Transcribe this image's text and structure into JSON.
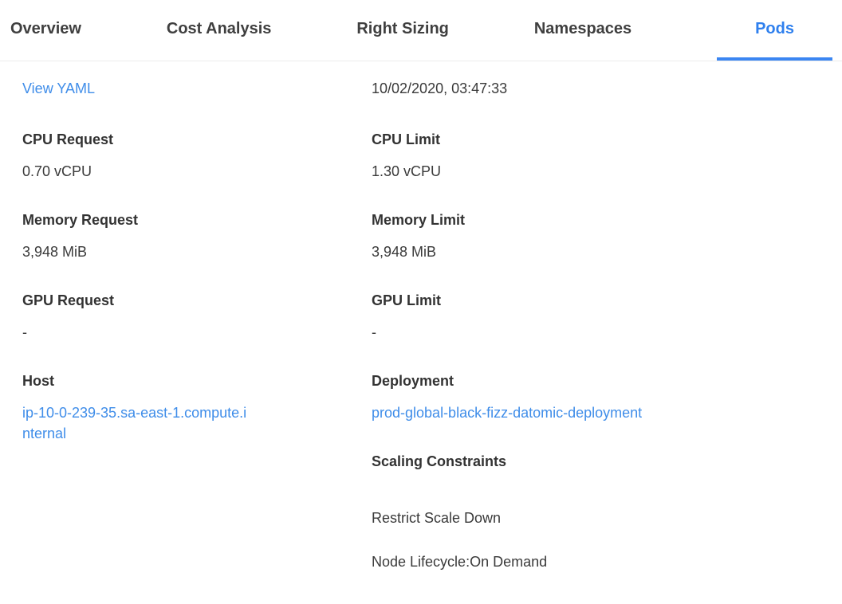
{
  "tabs": {
    "items": [
      {
        "label": "Overview",
        "active": false
      },
      {
        "label": "Cost Analysis",
        "active": false
      },
      {
        "label": "Right Sizing",
        "active": false
      },
      {
        "label": "Namespaces",
        "active": false
      },
      {
        "label": "Pods",
        "active": true
      }
    ]
  },
  "details": {
    "view_yaml_label": "View YAML",
    "timestamp": "10/02/2020, 03:47:33",
    "left_fields": [
      {
        "label": "CPU Request",
        "value": "0.70 vCPU"
      },
      {
        "label": "Memory Request",
        "value": "3,948 MiB"
      },
      {
        "label": "GPU Request",
        "value": "-"
      },
      {
        "label": "Host",
        "value": "ip-10-0-239-35.sa-east-1.compute.internal"
      }
    ],
    "right_fields": [
      {
        "label": "CPU Limit",
        "value": "1.30 vCPU"
      },
      {
        "label": "Memory Limit",
        "value": "3,948 MiB"
      },
      {
        "label": "GPU Limit",
        "value": "-"
      },
      {
        "label": "Deployment",
        "value": "prod-global-black-fizz-datomic-deployment"
      }
    ],
    "scaling": {
      "title": "Scaling Constraints",
      "items": [
        "Restrict Scale Down",
        "Node Lifecycle:On Demand"
      ]
    }
  },
  "colors": {
    "accent_indicator": "#3b86f2",
    "active_tab_text": "#2f80ee",
    "link": "#3f8de9",
    "heading_text": "#333333",
    "body_text": "#3a3a3a",
    "divider": "#ececec"
  }
}
